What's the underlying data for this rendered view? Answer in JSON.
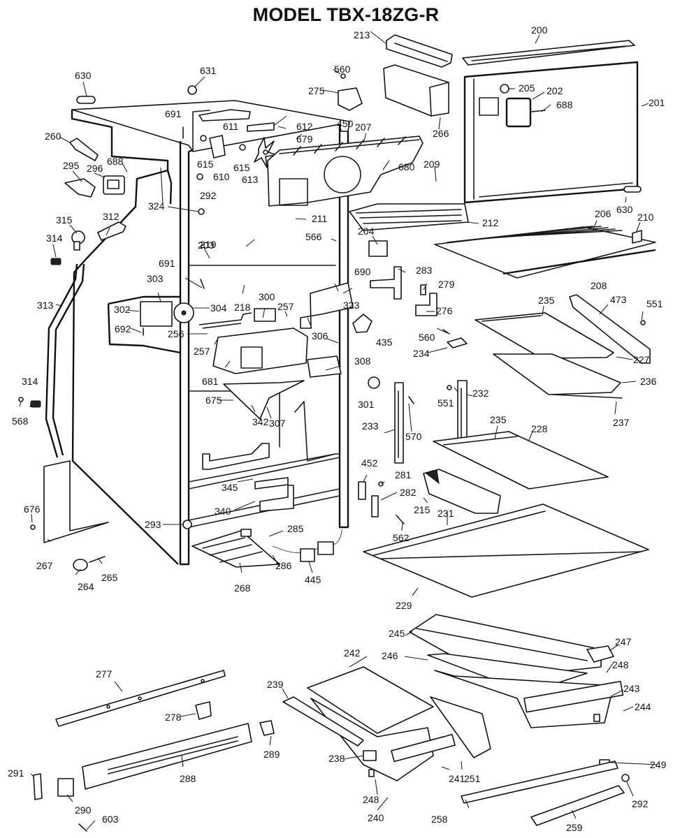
{
  "title": "MODEL TBX-18ZG-R",
  "parts": {
    "p200": "200",
    "p201": "201",
    "p202": "202",
    "p203": "203",
    "p204": "204",
    "p205": "205",
    "p206": "206",
    "p207": "207",
    "p208": "208",
    "p209": "209",
    "p210": "210",
    "p211": "211",
    "p212": "212",
    "p213": "213",
    "p215": "215",
    "p218": "218",
    "p219": "219",
    "p227": "227",
    "p228": "228",
    "p229": "229",
    "p231": "231",
    "p232": "232",
    "p233": "233",
    "p234": "234",
    "p235a": "235",
    "p235b": "235",
    "p236": "236",
    "p237": "237",
    "p238": "238",
    "p239": "239",
    "p240": "240",
    "p241": "241",
    "p242": "242",
    "p243": "243",
    "p244": "244",
    "p245": "245",
    "p246": "246",
    "p247": "247",
    "p248a": "248",
    "p248b": "248",
    "p249": "249",
    "p251": "251",
    "p256": "256",
    "p257a": "257",
    "p257b": "257",
    "p258": "258",
    "p259": "259",
    "p260": "260",
    "p264": "264",
    "p265": "265",
    "p266": "266",
    "p267": "267",
    "p268": "268",
    "p275": "275",
    "p276": "276",
    "p277": "277",
    "p278": "278",
    "p279": "279",
    "p281": "281",
    "p282": "282",
    "p283": "283",
    "p285": "285",
    "p286": "286",
    "p288": "288",
    "p289": "289",
    "p290": "290",
    "p291": "291",
    "p292a": "292",
    "p292b": "292",
    "p293": "293",
    "p295": "295",
    "p296": "296",
    "p300": "300",
    "p301": "301",
    "p302": "302",
    "p303": "303",
    "p304": "304",
    "p306": "306",
    "p307": "307",
    "p308": "308",
    "p312": "312",
    "p313": "313",
    "p314a": "314",
    "p314b": "314",
    "p315": "315",
    "p323": "323",
    "p324": "324",
    "p340": "340",
    "p342": "342",
    "p345": "345",
    "p435": "435",
    "p445": "445",
    "p450": "450",
    "p452": "452",
    "p473": "473",
    "p551a": "551",
    "p551b": "551",
    "p560a": "560",
    "p560b": "560",
    "p562": "562",
    "p566": "566",
    "p568": "568",
    "p570": "570",
    "p603": "603",
    "p610": "610",
    "p611": "611",
    "p612": "612",
    "p613": "613",
    "p615a": "615",
    "p615b": "615",
    "p630a": "630",
    "p630b": "630",
    "p631": "631",
    "p675": "675",
    "p676": "676",
    "p679": "679",
    "p680": "680",
    "p681": "681",
    "p688a": "688",
    "p688b": "688",
    "p690": "690",
    "p691a": "691",
    "p691b": "691",
    "p692": "692"
  }
}
